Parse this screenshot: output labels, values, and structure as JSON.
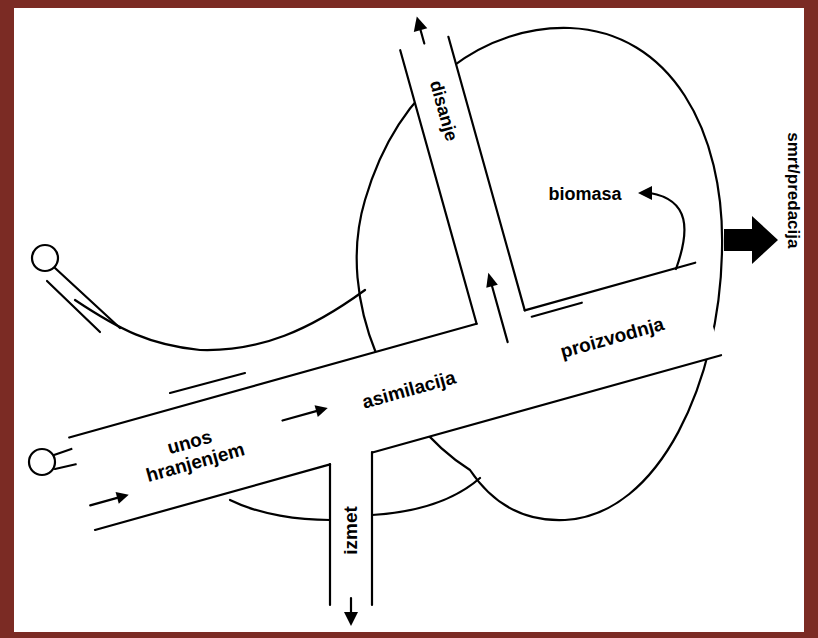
{
  "diagram": {
    "labels": [
      "unos hranjenjem",
      "izmet",
      "asimilacija",
      "disanje",
      "proizvodnja",
      "biomasa",
      "smrt/predacija"
    ]
  }
}
